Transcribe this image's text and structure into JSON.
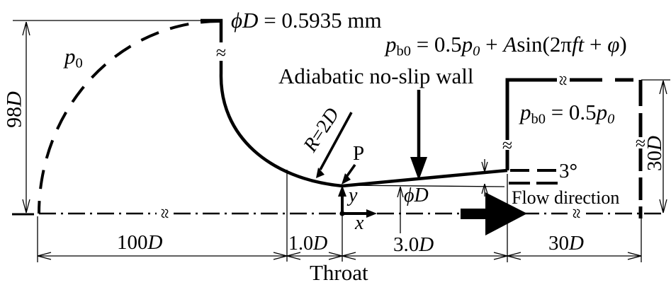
{
  "symbols": {
    "line_break": "≈"
  },
  "annotations": {
    "throat_diameter_eq": {
      "phi_d": "ϕD",
      "rest": " = 0.5935 mm"
    },
    "outlet_unsteady_eq": {
      "p": "p",
      "sub_b0": "b0",
      "mid": " = 0.5",
      "p2": "p",
      "sub_0": "0",
      "plus": " + ",
      "amp": "A",
      "sin": "sin(2π",
      "ft": "ft",
      "plus2": " + ",
      "phase": "φ",
      "close": ")"
    },
    "outlet_steady_eq": {
      "p": "p",
      "sub_b0": "b0",
      "mid": " = 0.5",
      "p2": "p",
      "sub_0": "0"
    },
    "inlet_pressure": {
      "p": "p",
      "sub_0": "0"
    },
    "wall_label": "Adiabatic no-slip wall",
    "flow_direction": "Flow direction",
    "throat_label": "Throat",
    "divergence_angle": {
      "num": "3",
      "deg": "°"
    },
    "fillet_radius": {
      "r": "R",
      "eq": "=2",
      "d": "D"
    },
    "probe_point": "P",
    "axis_x": "x",
    "axis_y": "y",
    "throat_diameter_dim": {
      "phi": "ϕ",
      "d": "D"
    }
  },
  "dimensions": {
    "inlet_height": {
      "num": "98",
      "d": "D"
    },
    "inlet_length": {
      "num": "100",
      "d": "D"
    },
    "convergent_length": {
      "num": "1.0",
      "d": "D"
    },
    "divergent_length": {
      "num": "3.0",
      "d": "D"
    },
    "outlet_length": {
      "num": "30",
      "d": "D"
    },
    "outlet_height": {
      "num": "30",
      "d": "D"
    }
  },
  "colors": {
    "ink": "#000000",
    "background": "#ffffff"
  }
}
